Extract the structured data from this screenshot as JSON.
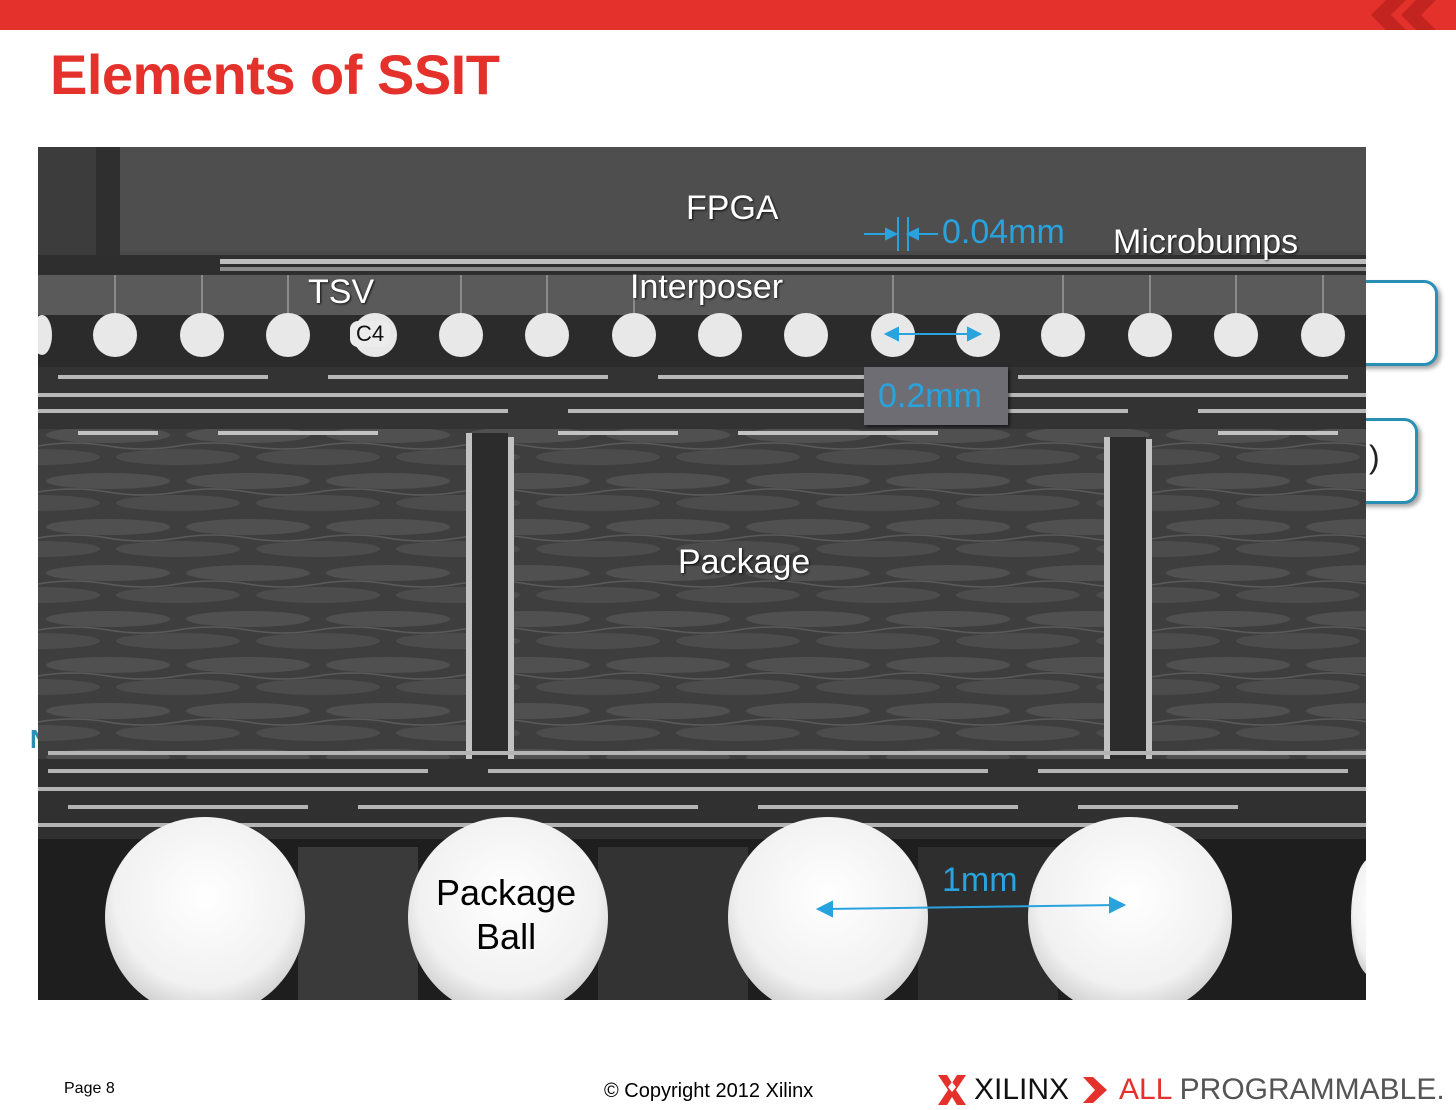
{
  "header": {
    "title": "Elements of SSIT",
    "accent_color": "#e4312b"
  },
  "figure": {
    "labels": {
      "fpga": "FPGA",
      "microbumps": "Microbumps",
      "tsv": "TSV",
      "interposer": "Interposer",
      "c4": "C4",
      "package": "Package",
      "package_ball_line1": "Package",
      "package_ball_line2": "Ball"
    },
    "dimensions": {
      "microbump_pitch": "0.04mm",
      "c4_pitch": "0.2mm",
      "ball_pitch": "1mm"
    },
    "dimension_color": "#29a3dd"
  },
  "callouts": [
    {
      "text": ""
    },
    {
      "text": ")"
    }
  ],
  "footer": {
    "page": "Page 8",
    "copyright": "© Copyright 2012 Xilinx",
    "brand": "XILINX",
    "tagline_all": "ALL",
    "tagline_rest": "PROGRAMMABLE."
  }
}
